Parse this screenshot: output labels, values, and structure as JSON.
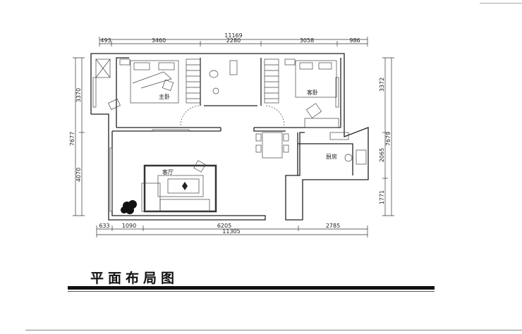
{
  "plan": {
    "top_dims": {
      "total": "11169",
      "segments": [
        "493",
        "3460",
        "2280",
        "3058",
        "986"
      ]
    },
    "bottom_dims": {
      "total": "11305",
      "segments": [
        "633",
        "1090",
        "6205",
        "2785"
      ]
    },
    "left_dims": {
      "total": "7677",
      "segments": [
        "3370",
        "4070"
      ]
    },
    "right_dims": {
      "total": "7679",
      "segments": [
        "3372",
        "2065",
        "1771"
      ]
    },
    "rooms": {
      "master_bedroom": "主卧",
      "guest_bedroom": "客卧",
      "living_room": "客厅",
      "kitchen": "厨房"
    }
  },
  "title": "平面布局图"
}
